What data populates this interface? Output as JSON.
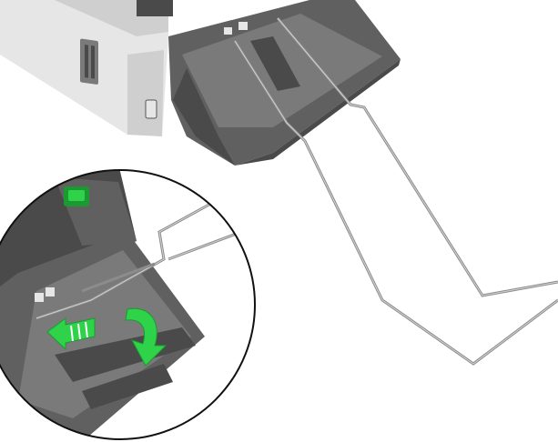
{
  "illustration": {
    "subject": "scanner-output-tray-wire-extender",
    "colors": {
      "background": "#ffffff",
      "scanner_body": "#e6e6e6",
      "scanner_body_shade": "#cfcfcf",
      "tray_dark": "#4a4a4a",
      "tray_mid": "#606060",
      "tray_light": "#7a7a7a",
      "wire": "#8c8c8c",
      "wire_highlight": "#d4d4d4",
      "arrow_green": "#2fd34a",
      "arrow_green_dark": "#1b9a31",
      "callout_outline": "#111111"
    },
    "icons": [
      "green-straight-arrow",
      "green-curved-arrow",
      "release-tab-icon"
    ]
  }
}
